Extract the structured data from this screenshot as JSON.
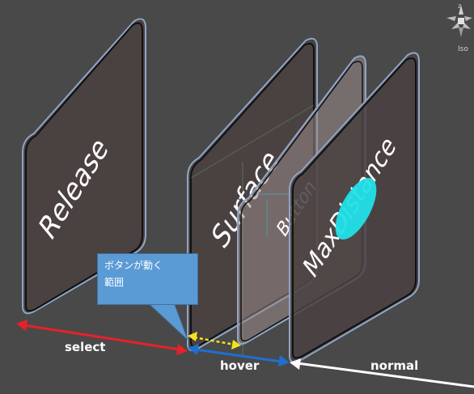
{
  "panels": {
    "release": "Release",
    "surface": "Surface",
    "button": "Button",
    "max_distance": "MaxDistance"
  },
  "callout": {
    "line1": "ボタンが動く",
    "line2": "範囲"
  },
  "ranges": {
    "select": "select",
    "hover": "hover",
    "normal": "normal"
  },
  "gizmo": {
    "projection_label": "Iso"
  },
  "colors": {
    "background": "#494949",
    "panel_fill": "#4a4141",
    "panel_border": "#8ea6c8",
    "callout": "#5b9bd5",
    "select_arrow": "#e8202a",
    "hover_arrow": "#1f6fd0",
    "normal_arrow": "#ffffff",
    "button_range_arrow": "#f2e41e",
    "finger_marker": "#22e0e8"
  }
}
